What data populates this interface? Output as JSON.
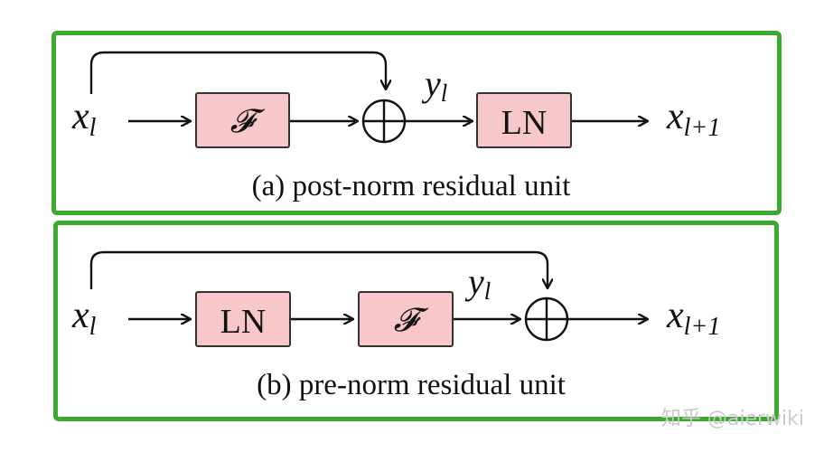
{
  "panel_a": {
    "input": "x",
    "input_sub": "l",
    "block1": "𝓕",
    "block2": "LN",
    "mid_label": "y",
    "mid_sub": "l",
    "output": "x",
    "output_sub": "l+1",
    "caption": "(a) post-norm residual unit"
  },
  "panel_b": {
    "input": "x",
    "input_sub": "l",
    "block1": "LN",
    "block2": "𝓕",
    "mid_label": "y",
    "mid_sub": "l",
    "output": "x",
    "output_sub": "l+1",
    "caption": "(b) pre-norm residual unit"
  },
  "watermark": "知乎 @aierwiki",
  "colors": {
    "border": "#3aa92e",
    "box_fill": "#f7c7ca"
  }
}
